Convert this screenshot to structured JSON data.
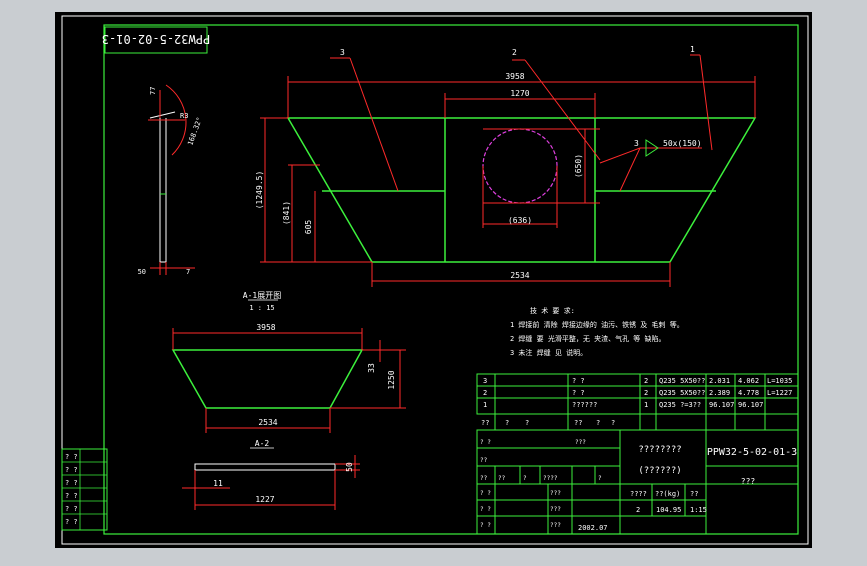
{
  "drawing_no_flipped": "PPW32-5-02-01-3",
  "main_view": {
    "callout_1": "1",
    "callout_2": "2",
    "callout_3": "3",
    "callout_3b": "3",
    "dim_top_width": "3958",
    "dim_inner_width": "1270",
    "dim_bottom_width": "2534",
    "dim_total_height": "(1249.5)",
    "dim_mid_height": "(841)",
    "dim_low_height": "605",
    "dim_hole_height": "(650)",
    "dim_hole_width": "(636)",
    "weld_note": "50x(150)"
  },
  "detail_view": {
    "dim_77": "77",
    "dim_r3": "R3",
    "dim_angle": "168.32°",
    "dim_50": "50",
    "dim_7": "7"
  },
  "flat_view": {
    "title": "A-1展开图",
    "scale": "1 : 15",
    "dim_top": "3958",
    "dim_bottom": "2534",
    "dim_height": "1250",
    "dim_side": "33"
  },
  "section_view": {
    "title": "A-2",
    "dim_11": "11",
    "dim_1227": "1227",
    "dim_50": "50"
  },
  "tech_requirements": {
    "heading": "技 术 要 求:",
    "items": [
      "1 焊接前 清除 焊接边缘的 油污、铁锈 及 毛刺 等。",
      "2 焊缝 要 光滑平整，无 夹渣、气孔 等 缺陷。",
      "3 未注 焊缝 见 说明。"
    ]
  },
  "bom": [
    {
      "no": "3",
      "name": "? ?",
      "qty": "2",
      "material": "Q235 5X50??",
      "unit_w": "2.031",
      "total_w": "4.062",
      "note": "L=1035"
    },
    {
      "no": "2",
      "name": "? ?",
      "qty": "2",
      "material": "Q235 5X50??",
      "unit_w": "2.389",
      "total_w": "4.778",
      "note": "L=1227"
    },
    {
      "no": "1",
      "name": "??????",
      "qty": "1",
      "material": "Q235 ?=3??",
      "unit_w": "96.107",
      "total_w": "96.107",
      "note": ""
    }
  ],
  "bom_header": [
    "??",
    "?",
    "?",
    "??",
    "?",
    "?"
  ],
  "title_block": {
    "name": "????????",
    "subname": "(??????)",
    "drawing_no": "PPW32-5-02-01-3",
    "company": "???",
    "stage_label": "????",
    "weight_label": "??(kg)",
    "scale_label": "??",
    "stage_value": "2",
    "weight_value": "104.95",
    "scale_value": "1:15",
    "date": "2002.07",
    "rev_labels": [
      "??",
      "??",
      "?",
      "????",
      "?"
    ],
    "signers": [
      "? ?",
      "? ?",
      "? ?",
      "? ?",
      "??"
    ],
    "sign_cols": [
      "???",
      "???",
      "???",
      "???"
    ]
  },
  "left_block": [
    "? ?",
    "? ?",
    "? ?",
    "? ?",
    "? ?",
    "? ?"
  ]
}
